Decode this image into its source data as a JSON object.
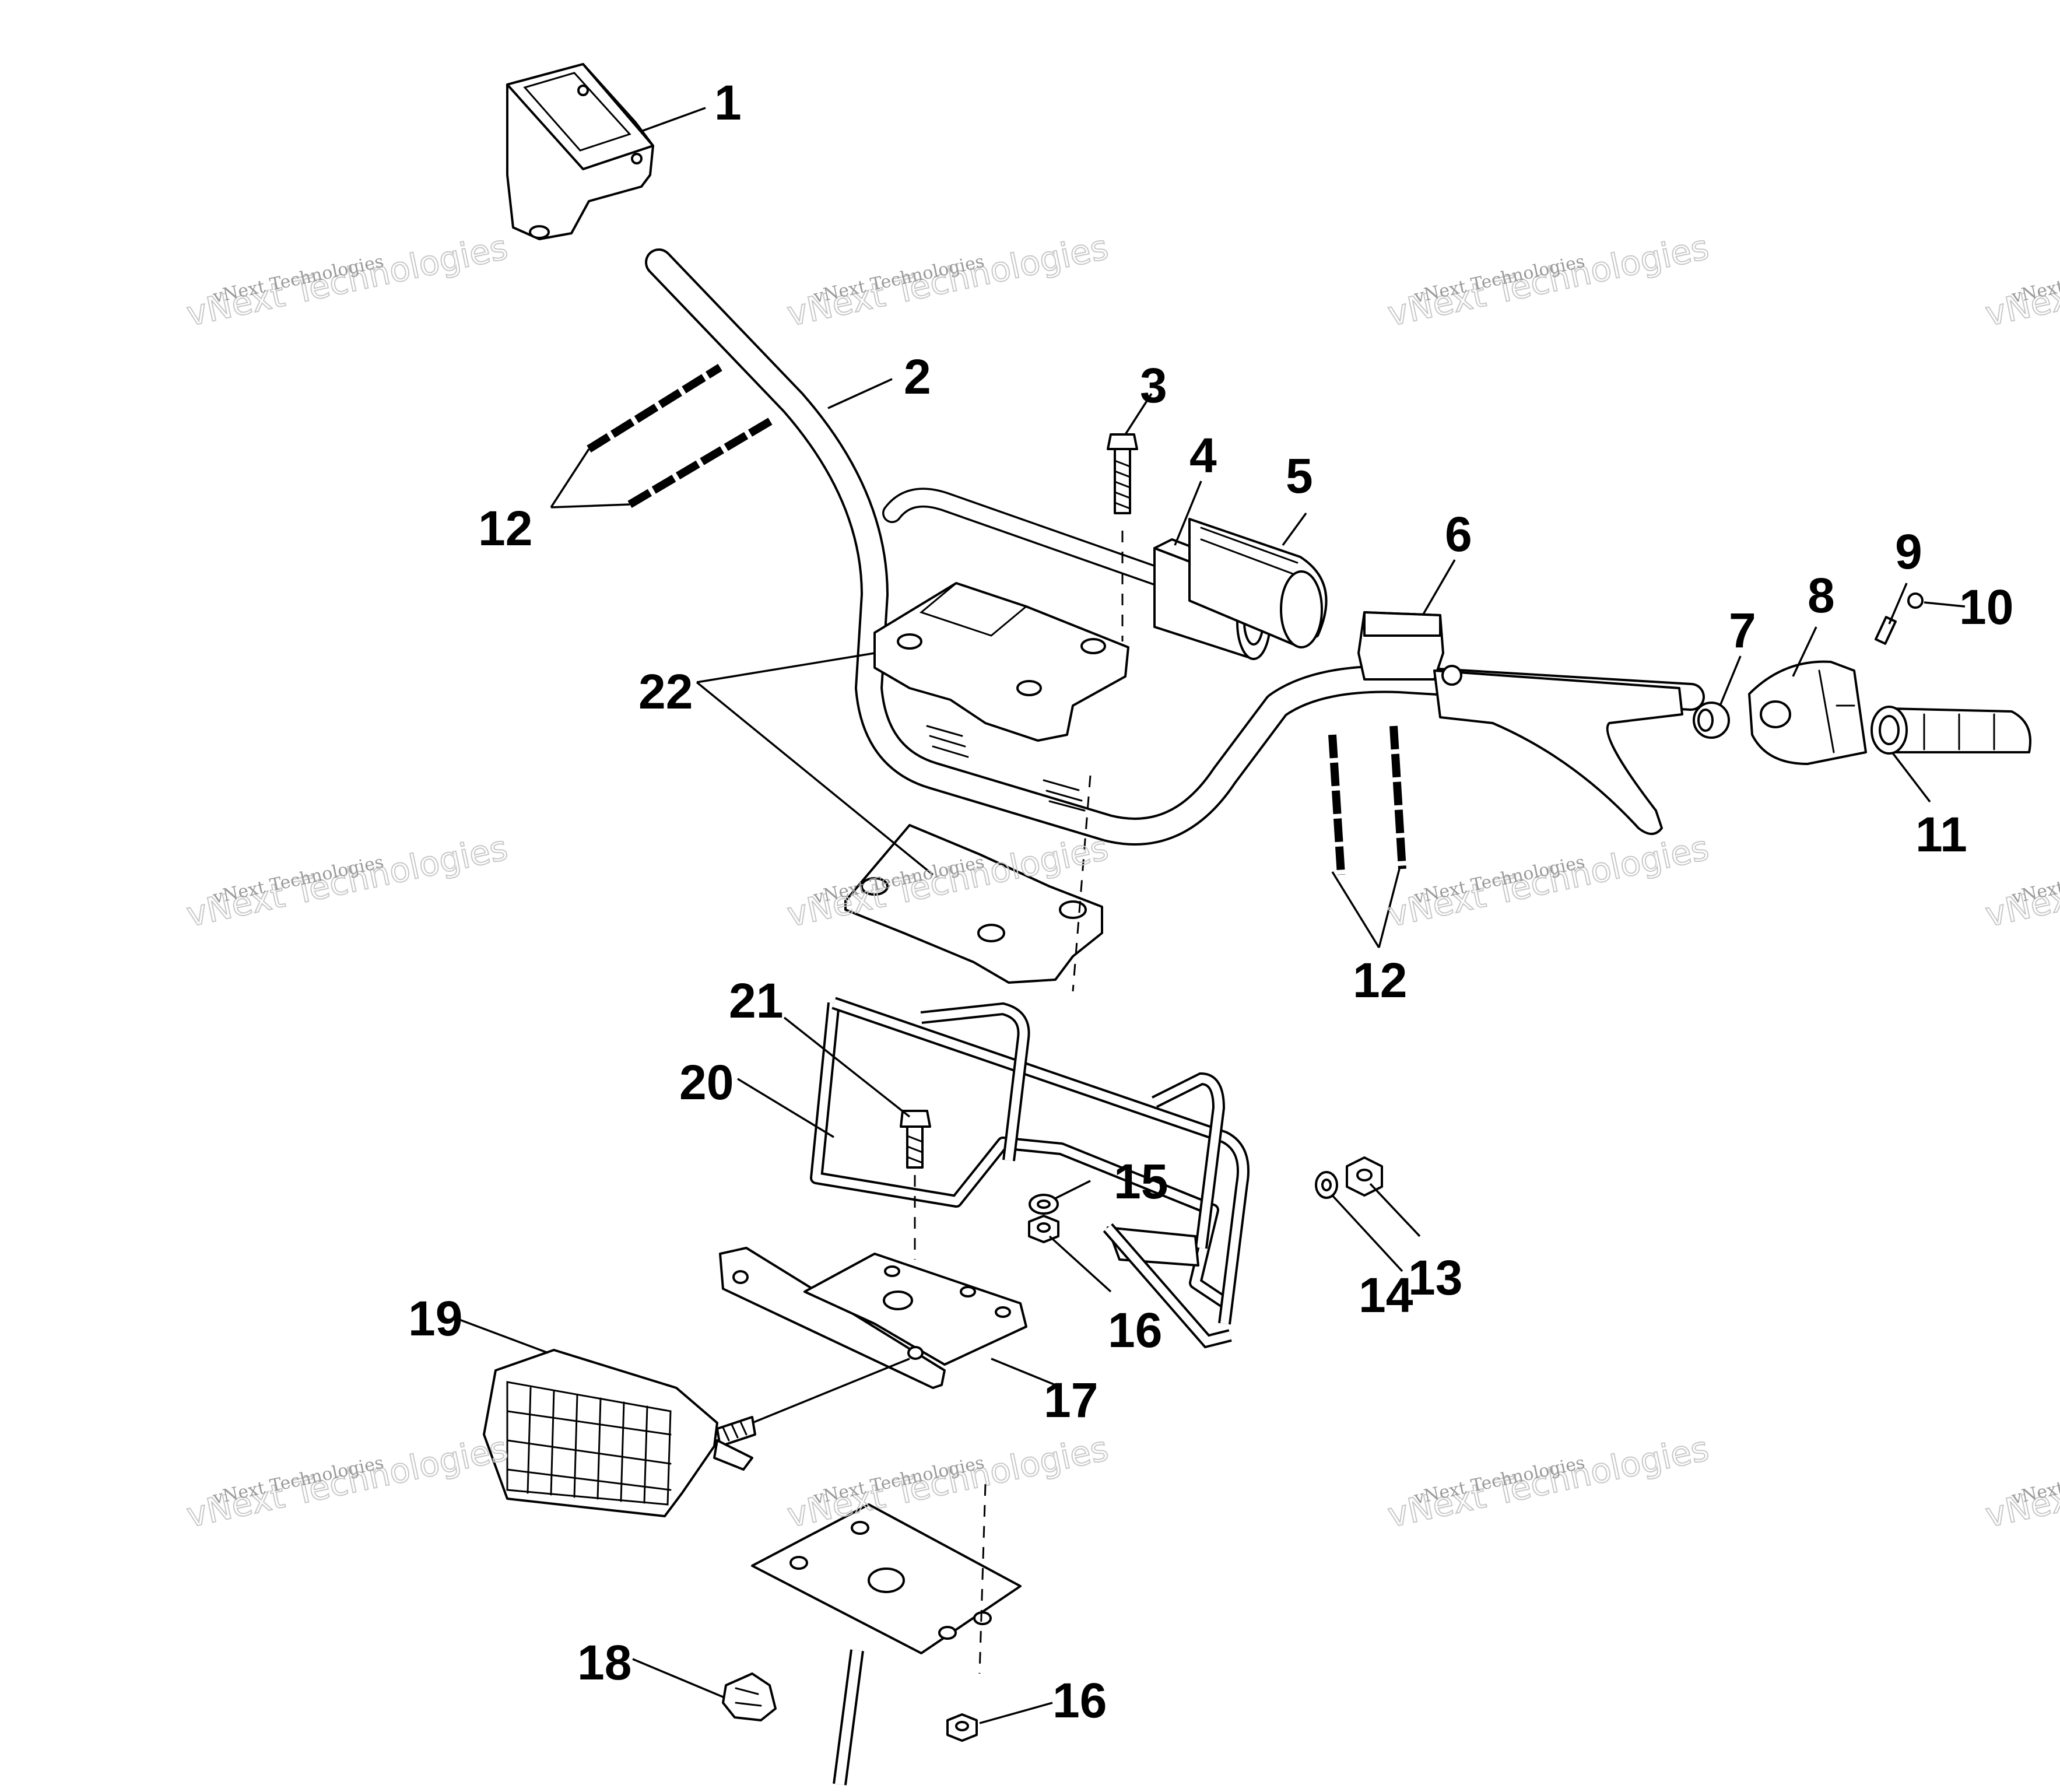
{
  "diagram": {
    "callouts": {
      "c1": "1",
      "c2": "2",
      "c3": "3",
      "c4": "4",
      "c5": "5",
      "c6": "6",
      "c7": "7",
      "c8": "8",
      "c9": "9",
      "c10": "10",
      "c11": "11",
      "c12a": "12",
      "c12b": "12",
      "c13": "13",
      "c14": "14",
      "c15": "15",
      "c16a": "16",
      "c16b": "16",
      "c17": "17",
      "c18": "18",
      "c19": "19",
      "c20": "20",
      "c21": "21",
      "c22": "22"
    },
    "watermark": {
      "line1": "vNext Technologies",
      "line2": "vNext Technologies"
    }
  },
  "colors": {
    "ink": "#000000",
    "watermark": "#9a9a9a"
  }
}
